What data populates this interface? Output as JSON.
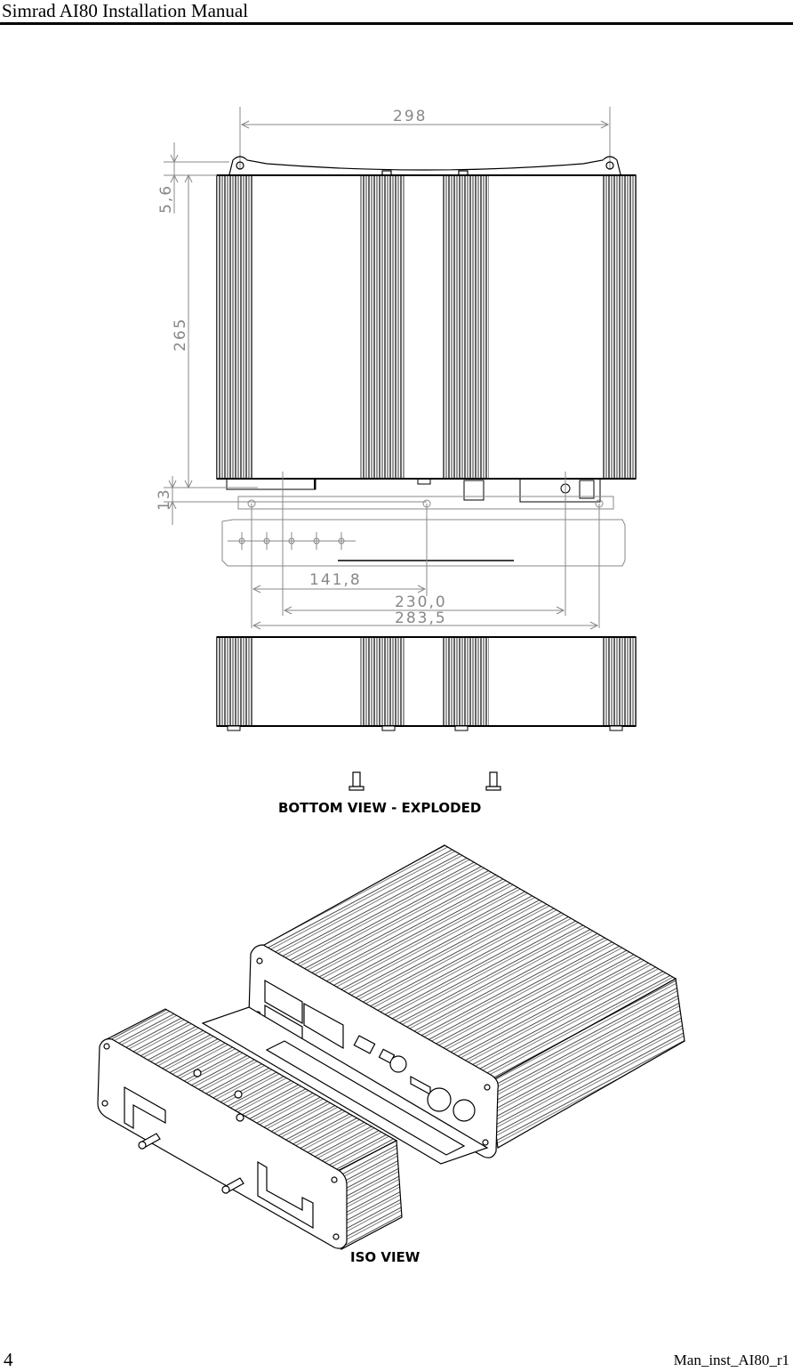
{
  "header": {
    "title": "Simrad AI80 Installation Manual"
  },
  "figure_top": {
    "dimensions": {
      "width_top": "298",
      "height_small": "5,6",
      "height_main": "265",
      "height_base": "13",
      "dim_141": "141,8",
      "dim_230": "230,0",
      "dim_283": "283,5"
    },
    "caption": "BOTTOM VIEW - EXPLODED"
  },
  "figure_bottom": {
    "caption": "ISO VIEW"
  },
  "footer": {
    "page_number": "4",
    "doc_ref": "Man_inst_AI80_r1"
  },
  "colors": {
    "line": "#000000",
    "dimension": "#888888"
  }
}
